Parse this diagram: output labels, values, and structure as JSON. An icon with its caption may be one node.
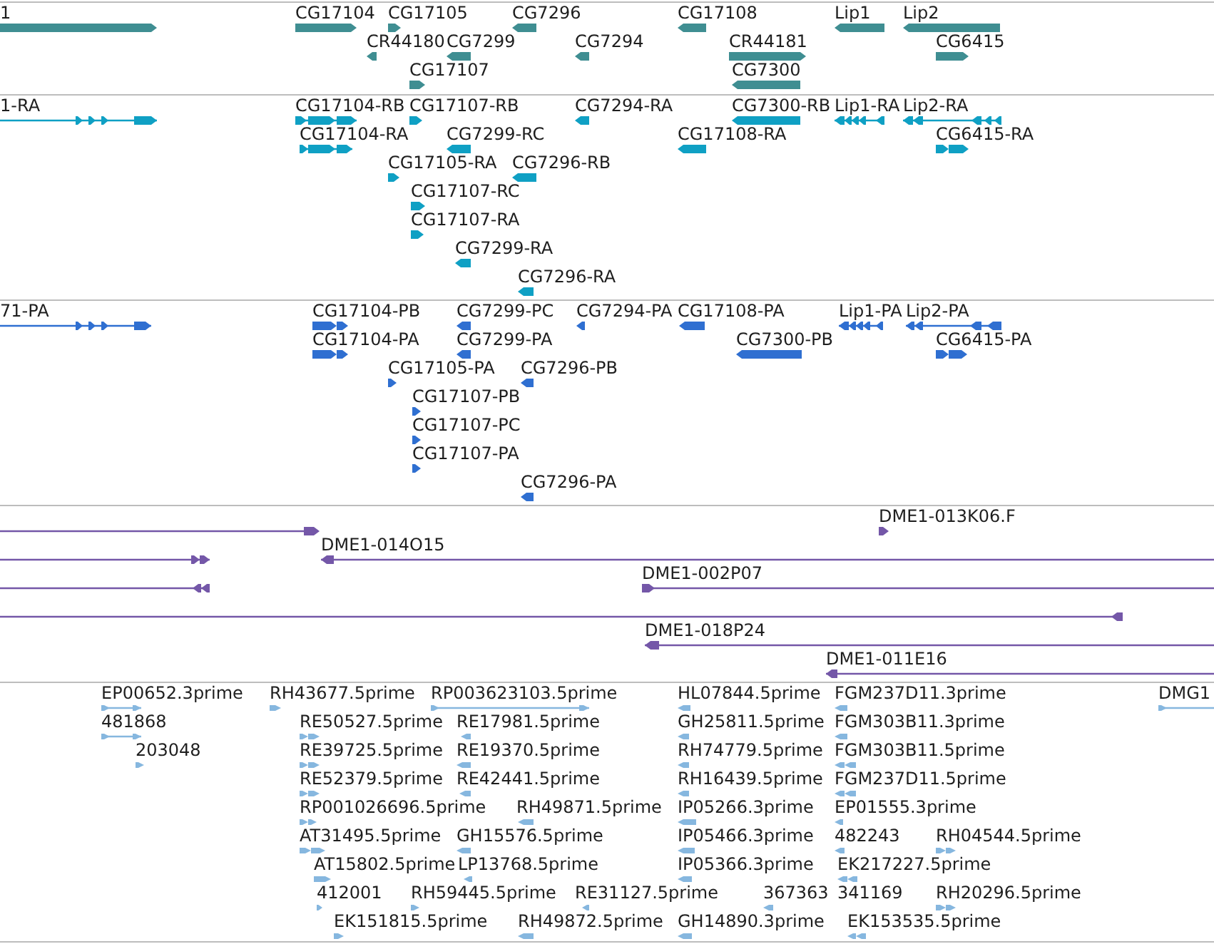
{
  "diagram": {
    "labels": [
      "1",
      "CG17104",
      "CG17105",
      "CG7296",
      "CG17108",
      "Lip1",
      "Lip2",
      "CR44180",
      "CG7299",
      "CG7294",
      "CR44181",
      "CG6415",
      "CG17107",
      "CG7300",
      "1-RA",
      "CG17104-RB",
      "CG17107-RB",
      "CG7294-RA",
      "CG7300-RB",
      "Lip1-RA",
      "Lip2-RA",
      "CG17104-RA",
      "CG7299-RC",
      "CG17108-RA",
      "CG6415-RA",
      "CG17105-RA",
      "CG7296-RB",
      "CG17107-RC",
      "CG17107-RA",
      "CG7299-RA",
      "CG7296-RA",
      "71-PA",
      "CG17104-PB",
      "CG7299-PC",
      "CG7294-PA",
      "CG17108-PA",
      "Lip1-PA",
      "Lip2-PA",
      "CG17104-PA",
      "CG7299-PA",
      "CG7300-PB",
      "CG6415-PA",
      "CG17105-PA",
      "CG7296-PB",
      "CG17107-PB",
      "CG17107-PC",
      "CG17107-PA",
      "CG7296-PA",
      "DME1-013K06.F",
      "DME1-014O15",
      "DME1-002P07",
      "DME1-018P24",
      "DME1-011E16",
      "EP00652.3prime",
      "RH43677.5prime",
      "RP003623103.5prime",
      "HL07844.5prime",
      "FGM237D11.3prime",
      "DMG1",
      "481868",
      "RE50527.5prime",
      "RE17981.5prime",
      "GH25811.5prime",
      "FGM303B11.3prime",
      "203048",
      "RE39725.5prime",
      "RE19370.5prime",
      "RH74779.5prime",
      "FGM303B11.5prime",
      "RE52379.5prime",
      "RE42441.5prime",
      "RH16439.5prime",
      "FGM237D11.5prime",
      "RP001026696.5prime",
      "RH49871.5prime",
      "IP05266.3prime",
      "EP01555.3prime",
      "AT31495.5prime",
      "GH15576.5prime",
      "IP05466.3prime",
      "482243",
      "RH04544.5prime",
      "AT15802.5prime",
      "LP13768.5prime",
      "IP05366.3prime",
      "EK217227.5prime",
      "412001",
      "RH59445.5prime",
      "RE31127.5prime",
      "367363",
      "341169",
      "RH20296.5prime",
      "EK151815.5prime",
      "RH49872.5prime",
      "GH14890.3prime",
      "EK153535.5prime"
    ]
  }
}
